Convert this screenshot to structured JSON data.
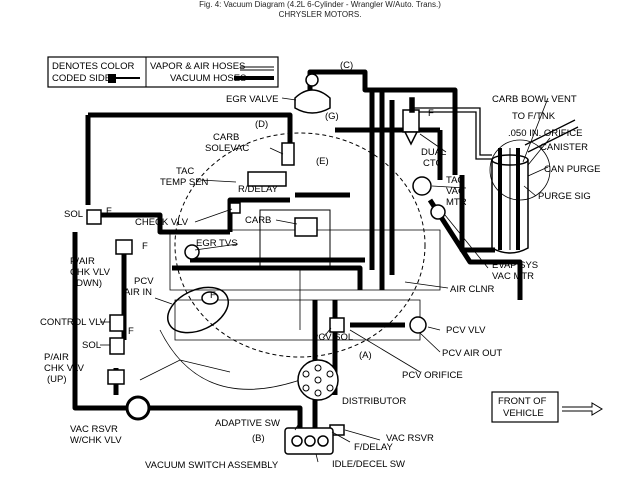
{
  "caption": {
    "line1": "Fig. 4: Vacuum Diagram (4.2L 6-Cylinder - Wrangler W/Auto. Trans.)",
    "line2": "CHRYSLER MOTORS."
  },
  "legend": {
    "denotes_color": "DENOTES COLOR",
    "coded_side": "CODED SIDE",
    "vapor_air": "VAPOR & AIR HOSES",
    "vacuum": "VACUUM HOSES"
  },
  "markers": {
    "c": "(C)",
    "d": "(D)",
    "g": "(G)",
    "e": "(E)",
    "a": "(A)",
    "b": "(B)",
    "f": "F"
  },
  "labels": {
    "egr_valve": "EGR VALVE",
    "carb_solevac_1": "CARB",
    "carb_solevac_2": "SOLEVAC",
    "tac_temp_1": "TAC",
    "tac_temp_2": "TEMP SEN",
    "r_delay": "R/DELAY",
    "check_vlv": "CHECK VLV",
    "carb": "CARB",
    "egr_tvs": "EGR TVS",
    "sol_top": "SOL",
    "pair_dwn_1": "P/AIR",
    "pair_dwn_2": "CHK VLV",
    "pair_dwn_3": "(DWN)",
    "pcv_air_in_1": "PCV",
    "pcv_air_in_2": "AIR IN",
    "control_vlv": "CONTROL VLV",
    "sol_bottom": "SOL",
    "pair_up_1": "P/AIR",
    "pair_up_2": "CHK VLV",
    "pair_up_3": "(UP)",
    "vac_rsvr_chk_1": "VAC RSVR",
    "vac_rsvr_chk_2": "W/CHK VLV",
    "adaptive_sw": "ADAPTIVE SW",
    "vacuum_switch_assembly": "VACUUM SWITCH ASSEMBLY",
    "f_delay": "F/DELAY",
    "idle_decel_sw": "IDLE/DECEL SW",
    "vac_rsvr": "VAC RSVR",
    "distributor": "DISTRIBUTOR",
    "pcv_orifice": "PCV ORIFICE",
    "pcv_sol": "PCV SOL",
    "pcv_vlv": "PCV VLV",
    "pcv_air_out": "PCV AIR OUT",
    "air_clnr": "AIR CLNR",
    "evap_1": "EVAP SYS",
    "evap_2": "VAC MTR",
    "tac_vac_1": "TAC",
    "tac_vac_2": "VAC",
    "tac_vac_3": "MTR",
    "dual_cto_1": "DUAL",
    "dual_cto_2": "CTO",
    "carb_bowl_vent": "CARB BOWL VENT",
    "to_f_tnk": "TO F/TNK",
    "orifice": ".050 IN. ORIFICE",
    "canister": "CANISTER",
    "can_purge": "CAN PURGE",
    "purge_sig": "PURGE SIG",
    "front_1": "FRONT OF",
    "front_2": "VEHICLE"
  }
}
